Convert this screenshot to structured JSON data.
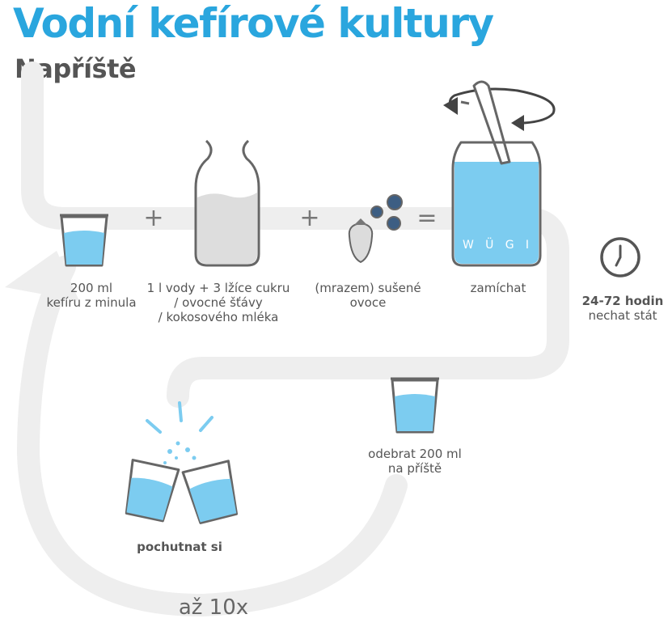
{
  "title": "Vodní kefírové kultury",
  "subtitle": "Napříště",
  "steps": [
    {
      "line1": "200 ml",
      "line2": "kefíru z minula"
    },
    {
      "line1": "1 l vody + 3 lžíce cukru",
      "line2": "/ ovocné šťávy",
      "line3": "/ kokosového mléka"
    },
    {
      "line1": "(mrazem) sušené",
      "line2": "ovoce"
    },
    {
      "line1": "zamíchat"
    },
    {
      "line1": "24-72 hodin",
      "line2": "nechat stát"
    },
    {
      "line1": "odebrat 200 ml",
      "line2": "na příště"
    },
    {
      "line1": "pochutnat si"
    }
  ],
  "operators": {
    "plus1": "+",
    "plus2": "+",
    "equals": "="
  },
  "jar_letters": [
    "W",
    "Ü",
    "G",
    "I"
  ],
  "repeat_label": "až 10x",
  "colors": {
    "accent": "#2AA6DE",
    "water": "#7CCCF0",
    "path": "#EEEEEE",
    "outline": "#666666"
  }
}
